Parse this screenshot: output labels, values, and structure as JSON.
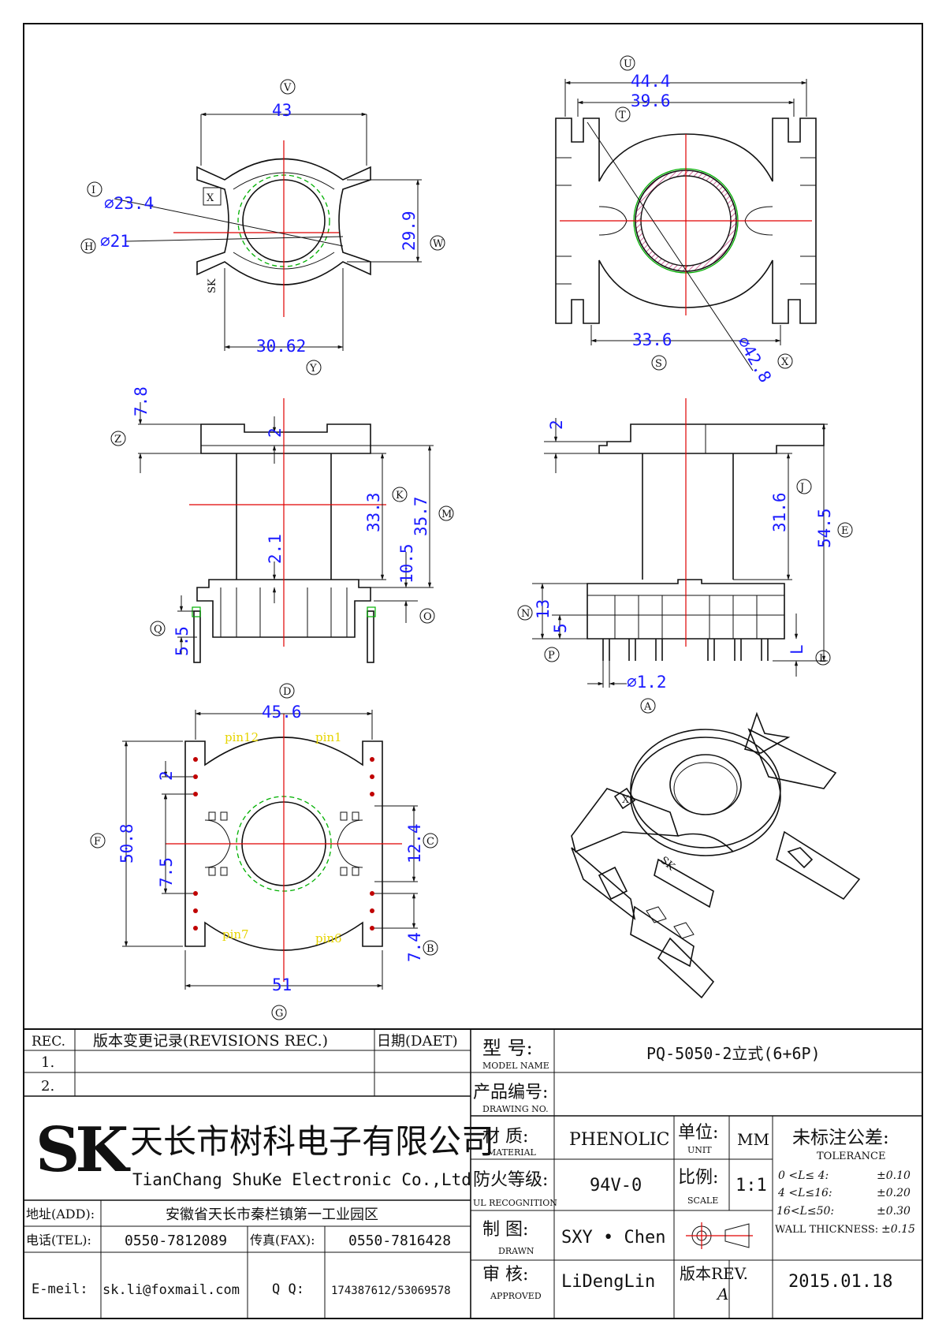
{
  "views": {
    "top_left": {
      "dims": {
        "width": "43",
        "height": "29.9",
        "bottom": "30.62",
        "d_outer": "⌀23.4",
        "d_inner": "⌀21"
      },
      "markers": {
        "v": "V",
        "w": "W",
        "y": "Y",
        "i": "I",
        "h": "H"
      },
      "marks": {
        "x": "X",
        "sk": "SK"
      }
    },
    "top_right": {
      "dims": {
        "outer": "44.4",
        "inner": "39.6",
        "bottom": "33.6",
        "diag": "⌀42.8"
      },
      "markers": {
        "u": "U",
        "t": "T",
        "s": "S",
        "x": "X"
      }
    },
    "front_left": {
      "dims": {
        "top": "7.8",
        "flange": "2",
        "k": "33.3",
        "m": "35.7",
        "wall": "2.1",
        "o": "10.5",
        "q": "5.5"
      },
      "markers": {
        "z": "Z",
        "k": "K",
        "m": "M",
        "o": "O",
        "q": "Q"
      }
    },
    "front_right": {
      "dims": {
        "top": "2",
        "j": "31.6",
        "e": "54.5",
        "n": "13",
        "p": "5",
        "l": "L",
        "pin": "⌀1.2"
      },
      "markers": {
        "j": "J",
        "e": "E",
        "n": "N",
        "p": "P",
        "l": "L",
        "a": "A"
      }
    },
    "bottom": {
      "dims": {
        "top": "45.6",
        "bottom": "51",
        "height": "50.8",
        "pitch": "2",
        "gap": "7.5",
        "c": "12.4",
        "b": "7.4"
      },
      "markers": {
        "d": "D",
        "f": "F",
        "c": "C",
        "b": "B",
        "g": "G"
      },
      "pins": {
        "p12": "pin12",
        "p1": "pin1",
        "p7": "pin7",
        "p6": "pin6"
      }
    }
  },
  "revisions": {
    "header": {
      "rec": "REC.",
      "record": "版本变更记录(REVISIONS REC.)",
      "date": "日期(DAET)"
    },
    "rows": [
      {
        "no": "1."
      },
      {
        "no": "2."
      }
    ]
  },
  "company": {
    "logo": "SK",
    "name_cn": "天长市树科电子有限公司",
    "name_en": "TianChang ShuKe Electronic Co.,Ltd",
    "address_label": "地址(ADD):",
    "address": "安徽省天长市秦栏镇第一工业园区",
    "tel_label": "电话(TEL):",
    "tel": "0550-7812089",
    "fax_label": "传真(FAX):",
    "fax": "0550-7816428",
    "email_label": "E-meil:",
    "email": "sk.li@foxmail.com",
    "qq_label": "Q Q:",
    "qq": "174387612/53069578"
  },
  "title_block": {
    "model_label_cn": "型   号:",
    "model_label_en": "MODEL NAME",
    "model": "PQ-5050-2立式(6+6P)",
    "drawing_label_cn": "产品编号:",
    "drawing_label_en": "DRAWING NO.",
    "material_label_cn": "材   质:",
    "material_label_en": "MATERIAL",
    "material": "PHENOLIC",
    "unit_label_cn": "单位:",
    "unit_label_en": "UNIT",
    "unit": "MM",
    "fire_label_cn": "防火等级:",
    "fire_label_en": "UL RECOGNITION",
    "fire": "94V-0",
    "scale_label_cn": "比例:",
    "scale_label_en": "SCALE",
    "scale": "1:1",
    "drawn_label_cn": "制   图:",
    "drawn_label_en": "DRAWN",
    "drawn": "SXY • Chen",
    "approved_label_cn": "审   核:",
    "approved_label_en": "APPROVED",
    "approved": "LiDengLin",
    "rev_label": "版本REV.",
    "rev": "A",
    "date": "2015.01.18"
  },
  "tolerance": {
    "label_cn": "未标注公差:",
    "label_en": "TOLERANCE",
    "rows": [
      {
        "range": "0  <L≤ 4:",
        "value": "±0.10"
      },
      {
        "range": "4  <L≤16:",
        "value": "±0.20"
      },
      {
        "range": "16<L≤50:",
        "value": "±0.30"
      },
      {
        "range": "WALL THICKNESS:",
        "value": "±0.15"
      }
    ]
  }
}
